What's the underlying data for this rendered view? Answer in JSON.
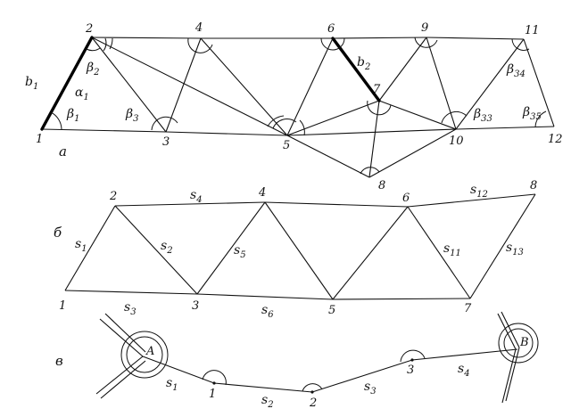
{
  "panels": {
    "a": {
      "letter": "а",
      "points": [
        "1",
        "2",
        "3",
        "4",
        "5",
        "6",
        "7",
        "8",
        "9",
        "10",
        "11",
        "12"
      ],
      "labels": {
        "b1": {
          "main": "b",
          "sub": "1"
        },
        "alpha1": {
          "main": "α",
          "sub": "1"
        },
        "beta1": {
          "main": "β",
          "sub": "1"
        },
        "beta2": {
          "main": "β",
          "sub": "2"
        },
        "beta3": {
          "main": "β",
          "sub": "3"
        },
        "b2": {
          "main": "b",
          "sub": "2"
        },
        "beta33": {
          "main": "β",
          "sub": "33"
        },
        "beta34": {
          "main": "β",
          "sub": "34"
        },
        "beta35": {
          "main": "β",
          "sub": "35"
        }
      }
    },
    "b": {
      "letter": "б",
      "points": [
        "1",
        "2",
        "3",
        "4",
        "5",
        "6",
        "7",
        "8"
      ],
      "sides": [
        "1",
        "2",
        "3",
        "4",
        "5",
        "6",
        "11",
        "12",
        "13"
      ]
    },
    "c": {
      "letter": "в",
      "endpoints": {
        "A": "A",
        "B": "B"
      },
      "points": [
        "1",
        "2",
        "3"
      ],
      "sides": [
        "1",
        "2",
        "3",
        "4"
      ]
    }
  },
  "side_letter": "s"
}
